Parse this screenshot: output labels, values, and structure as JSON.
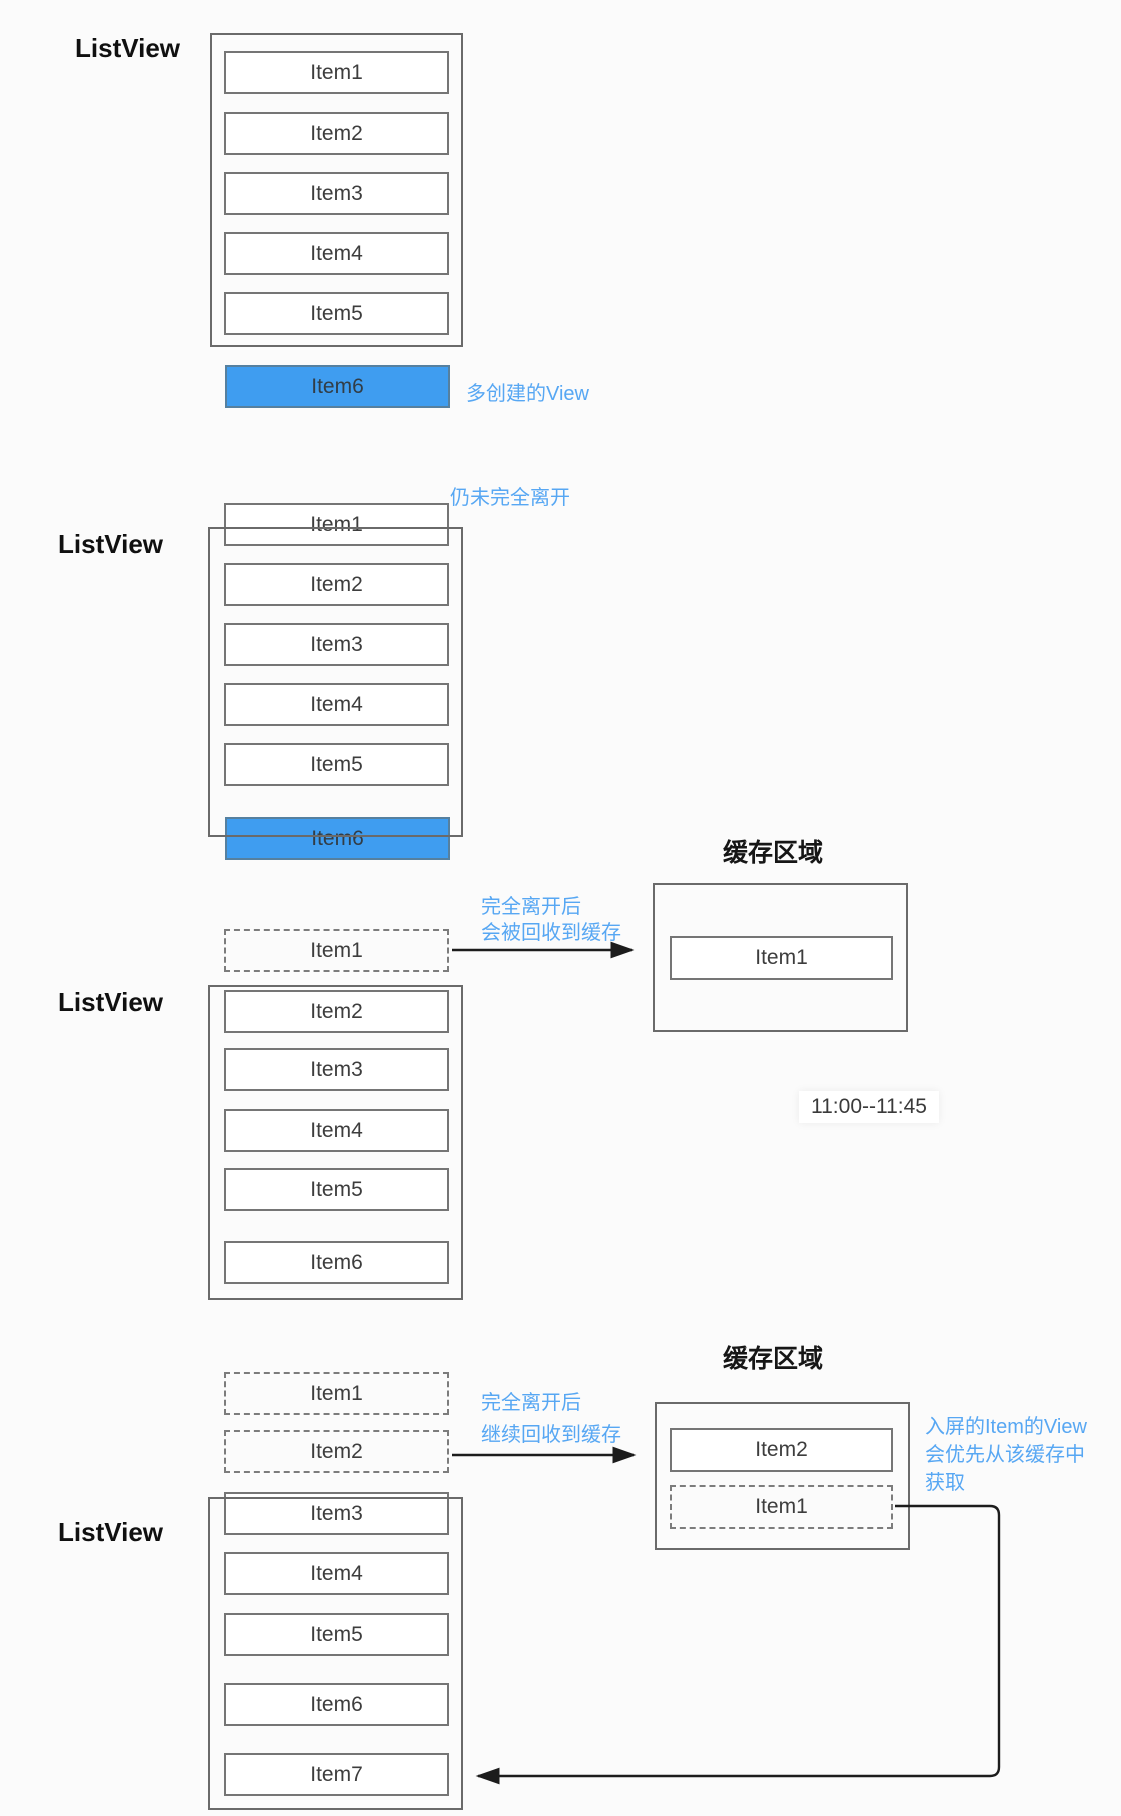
{
  "colors": {
    "highlight_blue": "#3f9df0",
    "annotation_blue": "#57a7f3",
    "arrow_color": "#1c1c1c"
  },
  "section1": {
    "listview_label": "ListView",
    "items": [
      "Item1",
      "Item2",
      "Item3",
      "Item4",
      "Item5"
    ],
    "extra_item": "Item6",
    "annotation": "多创建的View"
  },
  "section2": {
    "listview_label": "ListView",
    "annotation": "仍未完全离开",
    "items": [
      "Item1",
      "Item2",
      "Item3",
      "Item4",
      "Item5"
    ],
    "extra_item": "Item6"
  },
  "section3": {
    "listview_label": "ListView",
    "annotation_line1": "完全离开后",
    "annotation_line2": "会被回收到缓存",
    "recycled_item": "Item1",
    "cache_title": "缓存区域",
    "cache_item": "Item1",
    "items": [
      "Item2",
      "Item3",
      "Item4",
      "Item5",
      "Item6"
    ],
    "timestamp": "11:00--11:45"
  },
  "section4": {
    "listview_label": "ListView",
    "annotation_line1": "完全离开后",
    "annotation_line2": "继续回收到缓存",
    "recycled_item1": "Item1",
    "recycled_item2": "Item2",
    "cache_title": "缓存区域",
    "cache_item_solid": "Item2",
    "cache_item_dashed": "Item1",
    "right_annotation_line1": "入屏的Item的View",
    "right_annotation_line2": "会优先从该缓存中",
    "right_annotation_line3": "获取",
    "items": [
      "Item3",
      "Item4",
      "Item5",
      "Item6",
      "Item7"
    ]
  }
}
